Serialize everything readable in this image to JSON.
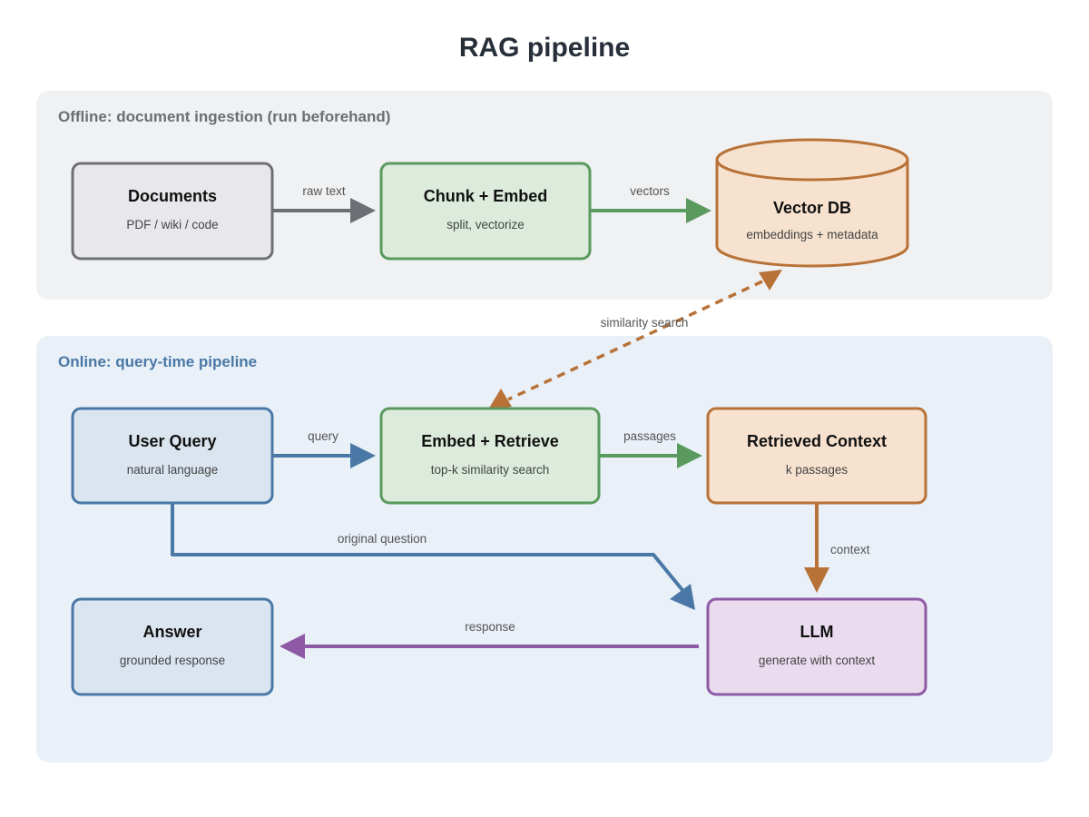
{
  "title": "RAG pipeline",
  "sections": {
    "offline": {
      "label": "Offline: document ingestion (run beforehand)",
      "color": "#6b6f75",
      "bg": "#f0f1f3"
    },
    "online": {
      "label": "Online: query-time pipeline",
      "color": "#4a78a6",
      "bg": "#e9f0f7"
    }
  },
  "nodes": {
    "documents": {
      "title": "Documents",
      "subtitle": "PDF / wiki / code",
      "stroke": "#6e6f74",
      "fill": "#e8e8ec"
    },
    "chunk_embed": {
      "title": "Chunk + Embed",
      "subtitle": "split, vectorize",
      "stroke": "#5a9a5e",
      "fill": "#dcebdc"
    },
    "vector_db": {
      "title": "Vector DB",
      "subtitle": "embeddings + metadata",
      "stroke": "#b87238",
      "fill": "#f6e2cf"
    },
    "user_query": {
      "title": "User Query",
      "subtitle": "natural language",
      "stroke": "#4a78a6",
      "fill": "#dbe5f0"
    },
    "embed_retrieve": {
      "title": "Embed + Retrieve",
      "subtitle": "top-k similarity search",
      "stroke": "#5a9a5e",
      "fill": "#dcebdc"
    },
    "retrieved_context": {
      "title": "Retrieved Context",
      "subtitle": "k passages",
      "stroke": "#b87238",
      "fill": "#f6e2cf"
    },
    "answer": {
      "title": "Answer",
      "subtitle": "grounded response",
      "stroke": "#4a78a6",
      "fill": "#dbe5f0"
    },
    "llm": {
      "title": "LLM",
      "subtitle": "generate with context",
      "stroke": "#8e5aa6",
      "fill": "#eadcee"
    }
  },
  "edges": {
    "raw_text": {
      "label": "raw text",
      "color": "#6e6f74"
    },
    "vectors": {
      "label": "vectors",
      "color": "#5a9a5e"
    },
    "similarity_search": {
      "label": "similarity search",
      "color": "#b87238"
    },
    "query": {
      "label": "query",
      "color": "#4a78a6"
    },
    "passages": {
      "label": "passages",
      "color": "#5a9a5e"
    },
    "original_question": {
      "label": "original question",
      "color": "#4a78a6"
    },
    "context": {
      "label": "context",
      "color": "#b87238"
    },
    "response": {
      "label": "response",
      "color": "#8e5aa6"
    }
  }
}
